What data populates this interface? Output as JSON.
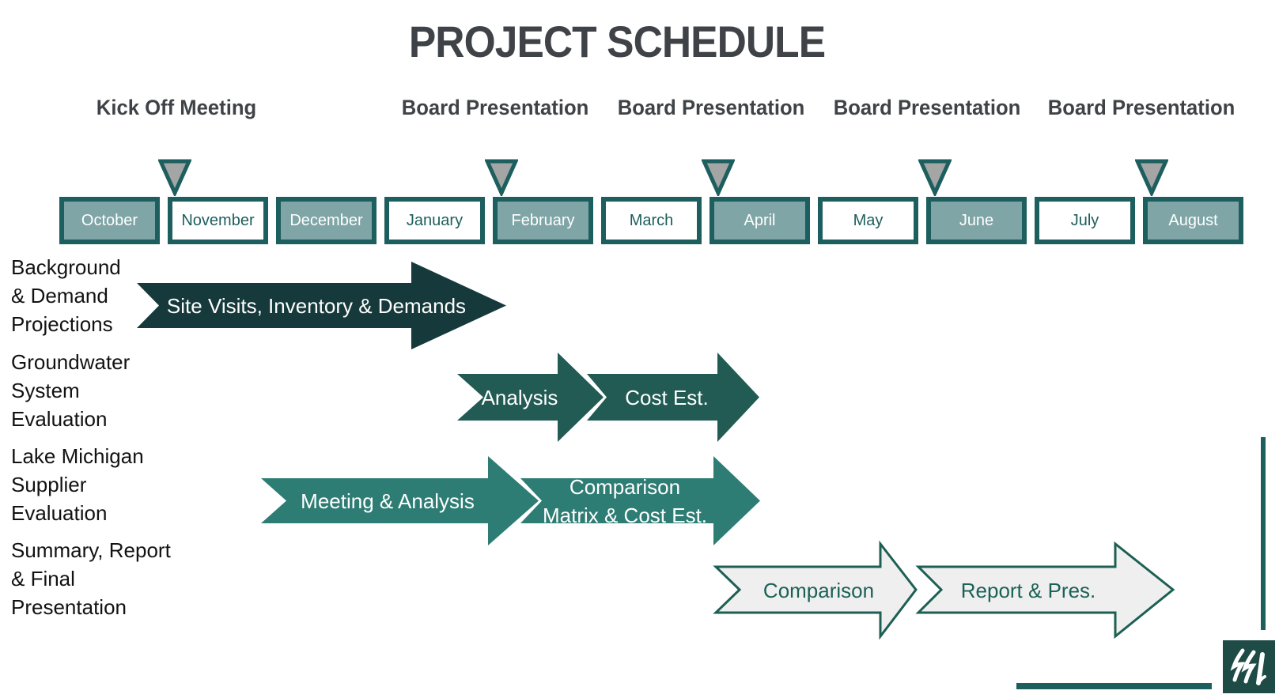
{
  "title": "PROJECT SCHEDULE",
  "milestones": [
    {
      "line1": "Kick Off",
      "line2": "Meeting"
    },
    {
      "line1": "Board",
      "line2": "Presentation"
    },
    {
      "line1": "Board",
      "line2": "Presentation"
    },
    {
      "line1": "Board",
      "line2": "Presentation"
    },
    {
      "line1": "Board",
      "line2": "Presentation"
    }
  ],
  "months": [
    {
      "label": "October",
      "filled": true
    },
    {
      "label": "November",
      "filled": false
    },
    {
      "label": "December",
      "filled": true
    },
    {
      "label": "January",
      "filled": false
    },
    {
      "label": "February",
      "filled": true
    },
    {
      "label": "March",
      "filled": false
    },
    {
      "label": "April",
      "filled": true
    },
    {
      "label": "May",
      "filled": false
    },
    {
      "label": "June",
      "filled": true
    },
    {
      "label": "July",
      "filled": false
    },
    {
      "label": "August",
      "filled": true
    }
  ],
  "rows": [
    {
      "label_lines": [
        "Background",
        "& Demand",
        "Projections"
      ],
      "arrows": [
        {
          "text": "Site Visits, Inventory & Demands"
        }
      ]
    },
    {
      "label_lines": [
        "Groundwater",
        "System",
        "Evaluation"
      ],
      "arrows": [
        {
          "text": "Analysis"
        },
        {
          "text": "Cost Est."
        }
      ]
    },
    {
      "label_lines": [
        "Lake Michigan",
        "Supplier",
        "Evaluation"
      ],
      "arrows": [
        {
          "text": "Meeting & Analysis"
        },
        {
          "line1": "Comparison",
          "line2": "Matrix & Cost Est."
        }
      ]
    },
    {
      "label_lines": [
        "Summary, Report",
        "& Final",
        "Presentation"
      ],
      "arrows": [
        {
          "text": "Comparison"
        },
        {
          "text": "Report & Pres."
        }
      ]
    }
  ],
  "logo": {
    "icon": "brush-monogram-icon"
  },
  "colors": {
    "title_text": "#3f4347",
    "teal_border": "#1d5e5e",
    "month_filled_bg": "#7fa5a6",
    "triangle_gray": "#a4a6a6",
    "arrow_row1": "#16393b",
    "arrow_row2": "#215b53",
    "arrow_row3": "#2e7d74",
    "arrow_row4_fill": "#efefef",
    "arrow_row4_stroke": "#1c6054",
    "logo_bg": "#1e4b46"
  }
}
